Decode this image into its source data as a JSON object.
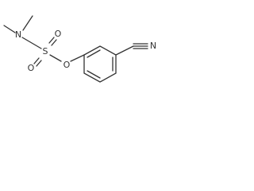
{
  "molecule": {
    "colors": {
      "bond": "#333333",
      "label": "#333333"
    },
    "atoms": {
      "n_amine": "N",
      "s_sulfur": "S",
      "o_top": "O",
      "o_bottom": "O",
      "o_ester": "O",
      "n_nitrile": "N"
    }
  }
}
